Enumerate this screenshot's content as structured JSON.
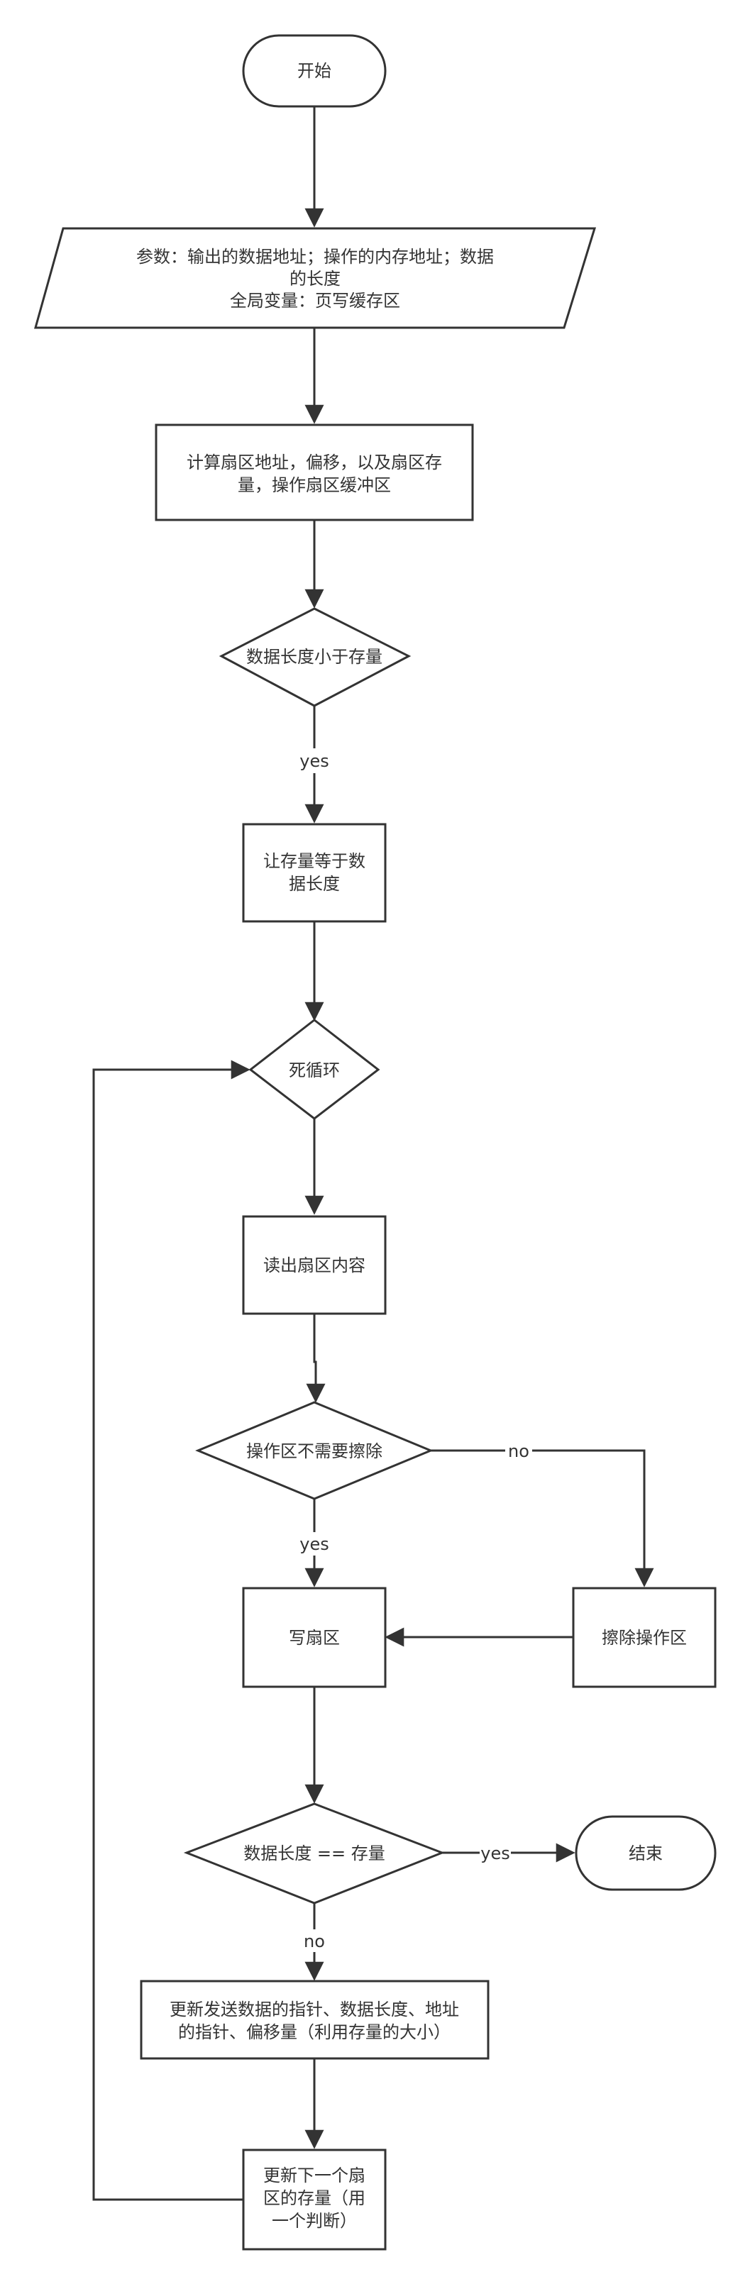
{
  "flowchart": {
    "start": "开始",
    "params": {
      "line1": "参数：输出的数据地址；操作的内存地址；数据",
      "line2": "的长度",
      "line3": "全局变量：页写缓存区"
    },
    "compute": {
      "line1": "计算扇区地址，偏移，以及扇区存",
      "line2": "量，操作扇区缓冲区"
    },
    "cond_len_lt_stock": "数据长度小于存量",
    "label_yes_1": "yes",
    "set_stock": {
      "line1": "让存量等于数",
      "line2": "据长度"
    },
    "loop": "死循环",
    "read_sector": "读出扇区内容",
    "cond_no_erase": "操作区不需要擦除",
    "label_no_1": "no",
    "label_yes_2": "yes",
    "erase": "擦除操作区",
    "write_sector": "写扇区",
    "cond_len_eq_stock": "数据长度 == 存量",
    "label_yes_3": "yes",
    "end": "结束",
    "label_no_2": "no",
    "update_ptrs": {
      "line1": "更新发送数据的指针、数据长度、地址",
      "line2": "的指针、偏移量（利用存量的大小）"
    },
    "update_next": {
      "line1": "更新下一个扇",
      "line2": "区的存量（用",
      "line3": "一个判断）"
    }
  },
  "colors": {
    "stroke": "#333333",
    "fill": "#ffffff",
    "text": "#333333"
  }
}
